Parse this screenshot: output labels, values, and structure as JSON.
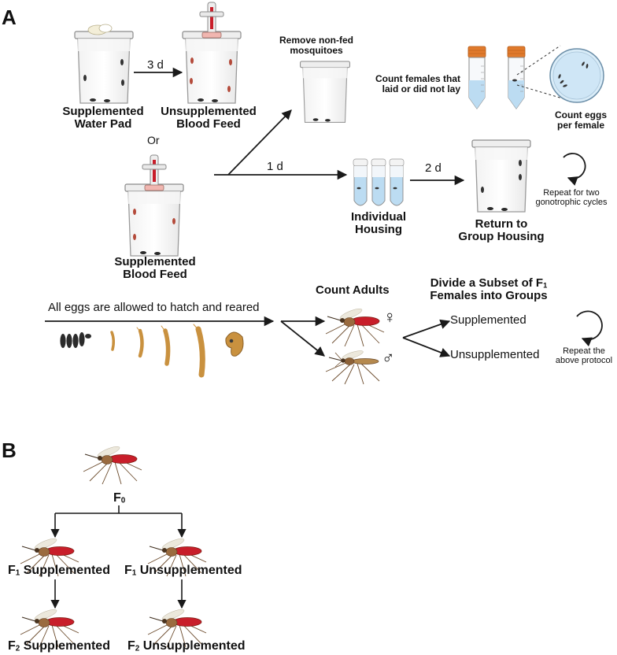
{
  "panel_a": {
    "letter": "A",
    "supplemented_water_pad": [
      "Supplemented",
      "Water Pad"
    ],
    "three_days": "3 d",
    "unsupplemented_blood_feed": [
      "Unsupplemented",
      "Blood Feed"
    ],
    "or": "Or",
    "supplemented_blood_feed": [
      "Supplemented",
      "Blood Feed"
    ],
    "remove_non_fed": [
      "Remove non-fed",
      "mosquitoes"
    ],
    "count_females": [
      "Count females that",
      "laid or did not lay"
    ],
    "count_eggs": [
      "Count eggs",
      "per female"
    ],
    "one_day": "1 d",
    "two_days": "2 d",
    "individual_housing": [
      "Individual",
      "Housing"
    ],
    "return_group": [
      "Return to",
      "Group Housing"
    ],
    "repeat_two": [
      "Repeat for two",
      "gonotrophic cycles"
    ],
    "eggs_hatch": "All eggs are allowed to hatch and reared",
    "count_adults": "Count Adults",
    "divide_subset": [
      "Divide a Subset of F",
      "1",
      "Females into Groups"
    ],
    "supplemented": "Supplemented",
    "unsupplemented": "Unsupplemented",
    "repeat_protocol": [
      "Repeat the",
      "above protocol"
    ],
    "female_symbol": "♀",
    "male_symbol": "♂"
  },
  "panel_b": {
    "letter": "B",
    "f0": {
      "main": "F",
      "sub": "0"
    },
    "f1_supp": {
      "main": "F",
      "sub": "1",
      "rest": " Supplemented"
    },
    "f1_unsupp": {
      "main": "F",
      "sub": "1",
      "rest": " Unsupplemented"
    },
    "f2_supp": {
      "main": "F",
      "sub": "2",
      "rest": " Supplemented"
    },
    "f2_unsupp": {
      "main": "F",
      "sub": "2",
      "rest": " Unsupplemented"
    }
  },
  "colors": {
    "orange_cap": "#e07a2c",
    "water_blue": "#bcdcf2",
    "blood_red": "#c81e2a",
    "larva_tan": "#c9913f",
    "egg_dark": "#2b2b2b",
    "arrow": "#1a1a1a"
  }
}
